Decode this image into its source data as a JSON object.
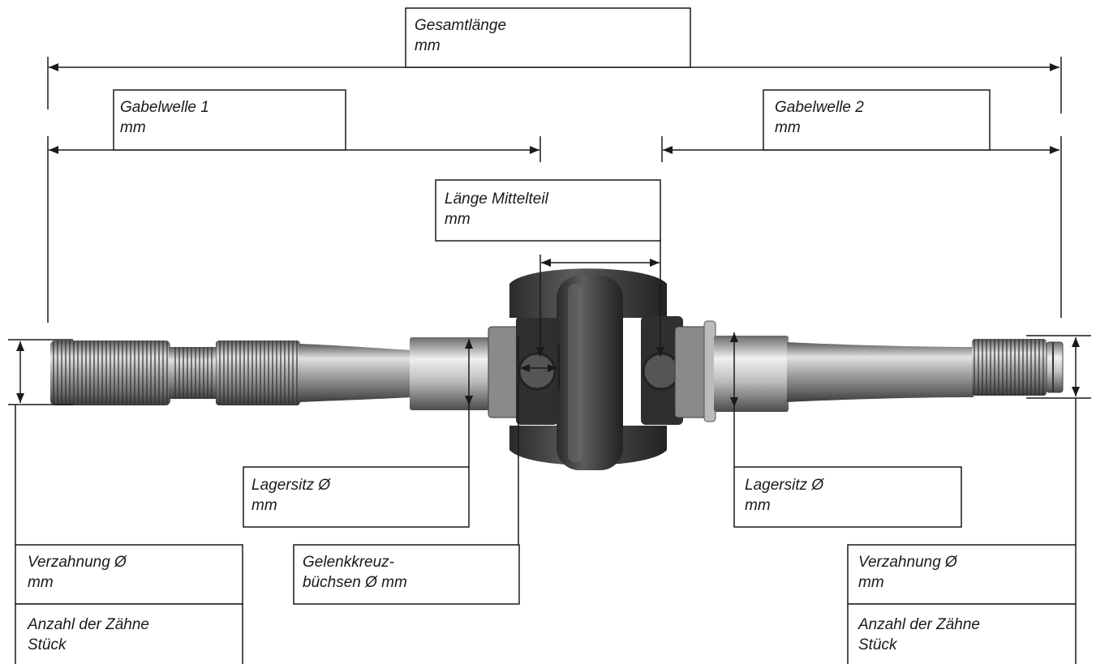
{
  "diagram": {
    "labels": {
      "gesamtlaenge": {
        "line1": "Gesamtlänge",
        "line2": "mm"
      },
      "gabelwelle_1": {
        "line1": "Gabelwelle 1",
        "line2": "mm"
      },
      "gabelwelle_2": {
        "line1": "Gabelwelle 2",
        "line2": "mm"
      },
      "laenge_mittelteil": {
        "line1": "Länge Mittelteil",
        "line2": "mm"
      },
      "lagersitz_left": {
        "line1": "Lagersitz Ø",
        "line2": "mm"
      },
      "lagersitz_right": {
        "line1": "Lagersitz Ø",
        "line2": "mm"
      },
      "gelenkkreuz": {
        "line1": "Gelenkkreuz-",
        "line2": "büchsen Ø mm"
      },
      "verzahnung_left": {
        "line1": "Verzahnung Ø",
        "line2": "mm"
      },
      "verzahnung_right": {
        "line1": "Verzahnung Ø",
        "line2": "mm"
      },
      "zaehne_left": {
        "line1": "Anzahl der Zähne",
        "line2": "Stück"
      },
      "zaehne_right": {
        "line1": "Anzahl der Zähne",
        "line2": "Stück"
      }
    },
    "colors": {
      "line": "#1a1a1a",
      "steel_light": "#d6d6d6",
      "steel_dark": "#4a4a4a",
      "yoke": "#3a3a3a"
    }
  }
}
